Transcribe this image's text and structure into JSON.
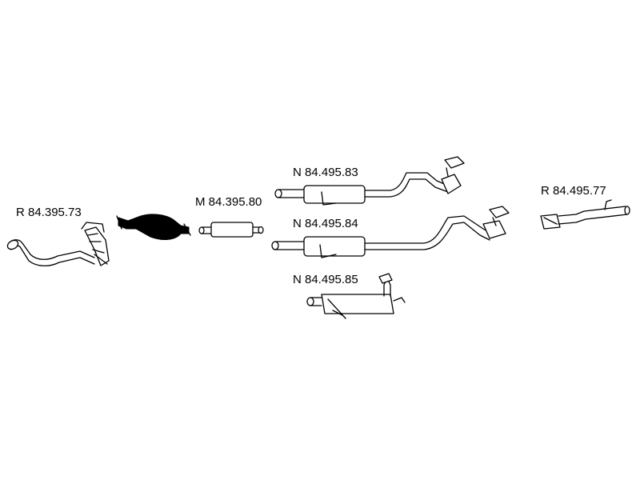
{
  "diagram": {
    "parts": [
      {
        "id": "r73",
        "label": "R 84.395.73"
      },
      {
        "id": "m80",
        "label": "M 84.395.80"
      },
      {
        "id": "n83",
        "label": "N 84.495.83"
      },
      {
        "id": "n84",
        "label": "N 84.495.84"
      },
      {
        "id": "n85",
        "label": "N 84.495.85"
      },
      {
        "id": "r77",
        "label": "R 84.495.77"
      }
    ]
  }
}
